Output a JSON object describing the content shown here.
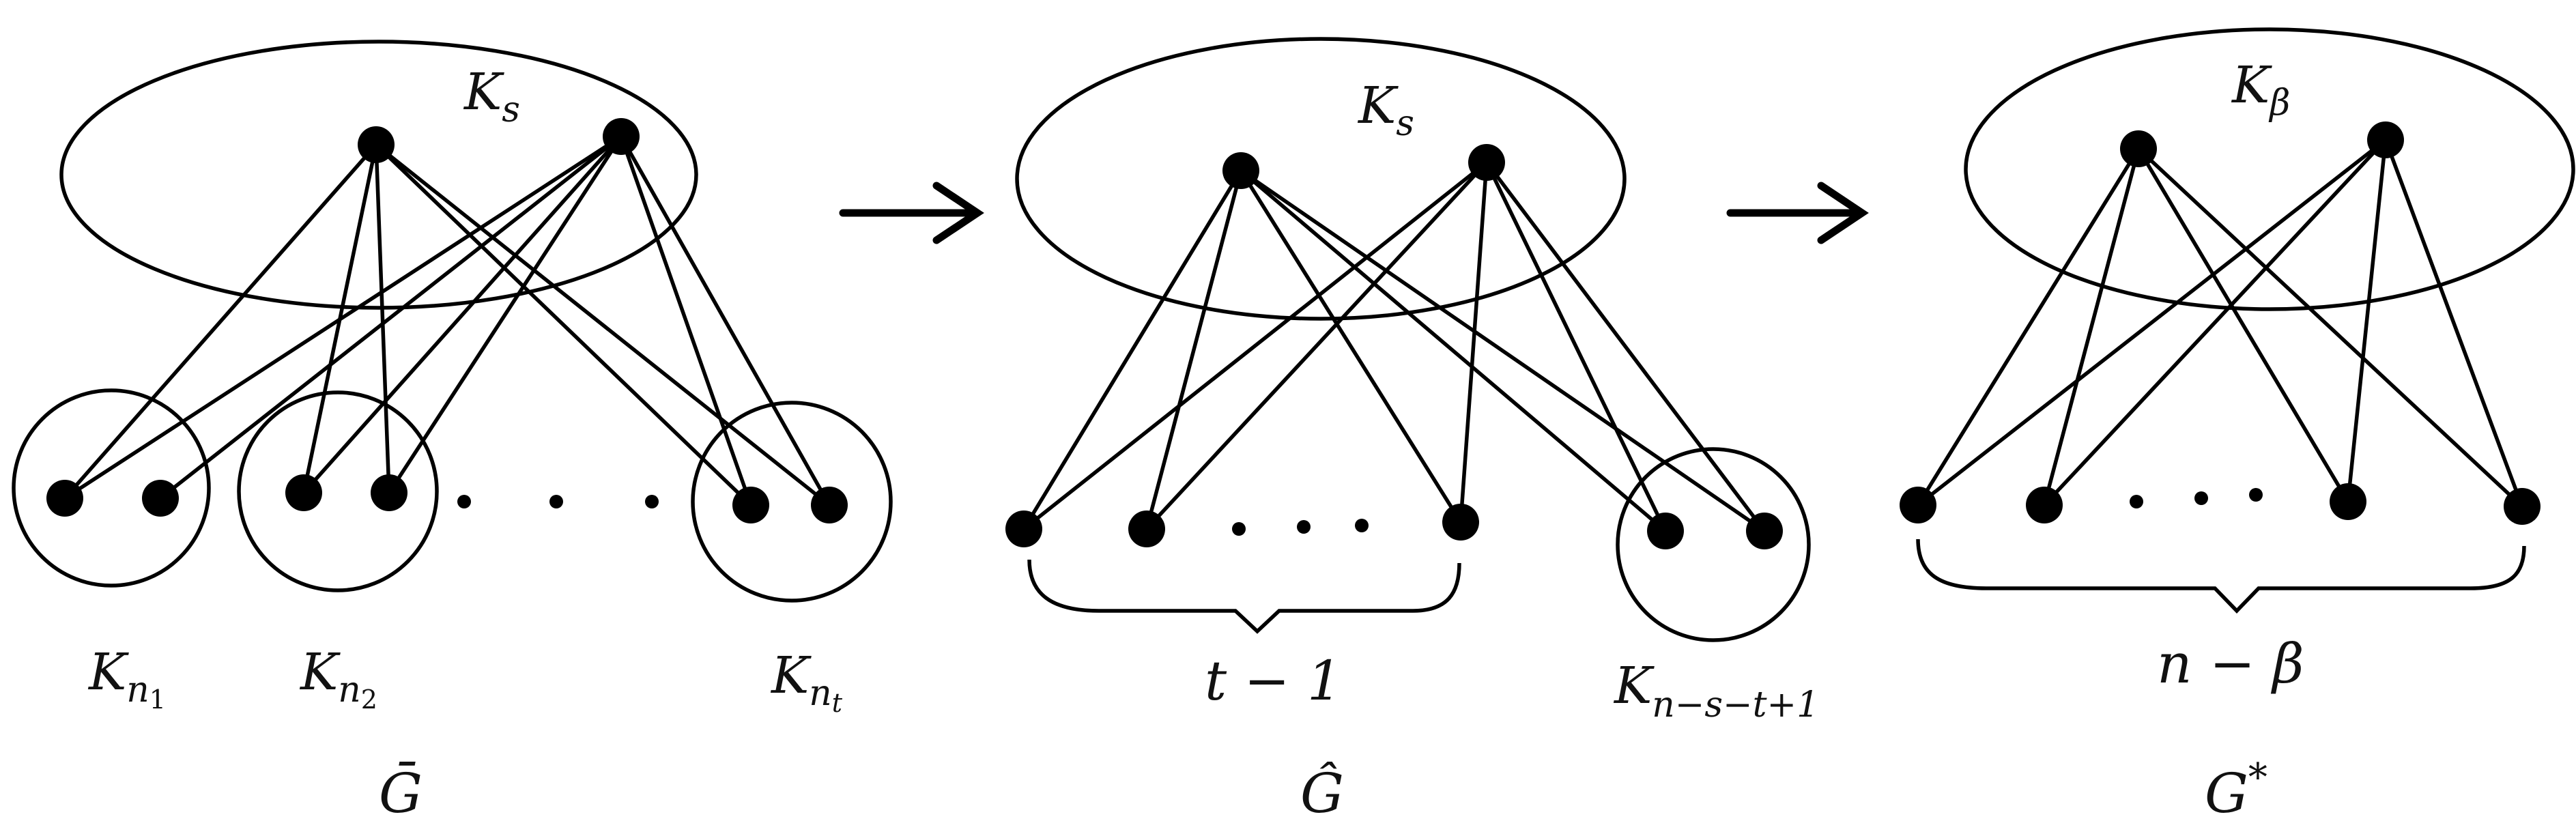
{
  "diagram": {
    "panels": [
      {
        "name": "G-bar",
        "caption": "Ḡ",
        "clique_label": {
          "base": "K",
          "sub": "s"
        },
        "groups": [
          {
            "base": "K",
            "sub": "n",
            "subsub": "1"
          },
          {
            "base": "K",
            "sub": "n",
            "subsub": "2"
          },
          {
            "base": "K",
            "sub": "n",
            "subsub": "t"
          }
        ]
      },
      {
        "name": "G-hat",
        "caption": "Ĝ",
        "clique_label": {
          "base": "K",
          "sub": "s"
        },
        "brace_label": "t − 1",
        "group": {
          "base": "K",
          "sub": "n−s−t+1"
        }
      },
      {
        "name": "G-star",
        "caption": "G",
        "caption_sup": "*",
        "clique_label": {
          "base": "K",
          "sub": "β"
        },
        "brace_label": "n − β"
      }
    ],
    "arrows": [
      "arrow-1",
      "arrow-2"
    ],
    "ellipsis_symbol": "·"
  }
}
